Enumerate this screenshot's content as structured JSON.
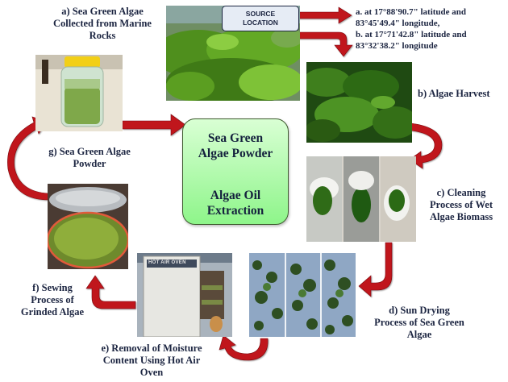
{
  "center": {
    "line1": "Sea Green",
    "line2": "Algae Powder",
    "line3": "Algae Oil",
    "line4": "Extraction"
  },
  "source_box": {
    "line1": "SOURCE",
    "line2": "LOCATION"
  },
  "coordinates": {
    "a_line1": "a.  at  17°88'90.7\"  latitude  and",
    "a_line2": "83°45'49.4\" longitude,",
    "b_line1": "b.  at  17°71'42.8\"  latitude  and",
    "b_line2": "83°32'38.2\" longitude"
  },
  "steps": {
    "a": [
      "a) Sea Green Algae",
      "Collected from Marine",
      "Rocks"
    ],
    "b": [
      "b) Algae Harvest"
    ],
    "c": [
      "c) Cleaning",
      "Process of Wet",
      "Algae Biomass"
    ],
    "d": [
      "d) Sun Drying",
      "Process of Sea Green",
      "Algae"
    ],
    "e": [
      "e) Removal of Moisture",
      "Content Using Hot Air",
      "Oven"
    ],
    "f": [
      "f) Sewing",
      "Process of",
      "Grinded Algae"
    ],
    "g": [
      "g) Sea Green Algae",
      "Powder"
    ]
  },
  "oven_sign": "HOT AIR OVEN",
  "colors": {
    "arrow": "#c0121b",
    "arrow_dark": "#8e0c12",
    "center_fill_top": "#d9ffd4",
    "center_fill_bottom": "#8ef58a",
    "down_arrow": "#3d5a2a"
  }
}
